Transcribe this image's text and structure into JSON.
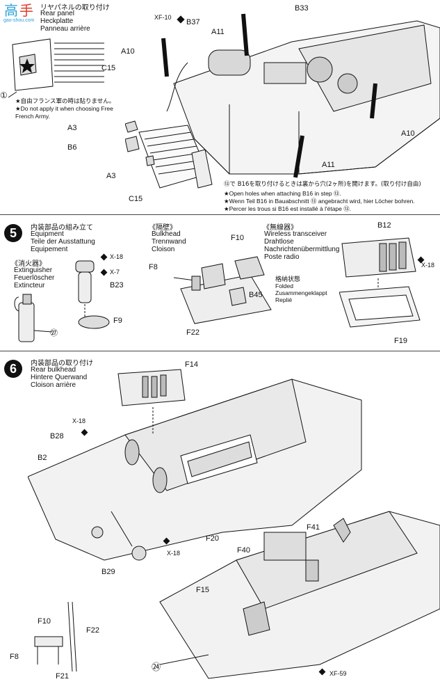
{
  "watermark": {
    "text": "高",
    "subtext": "gao-shou.com"
  },
  "step4": {
    "title_jp": "リヤパネルの取り付け",
    "title_en": "Rear panel",
    "title_de": "Heckplatte",
    "title_fr": "Panneau arrière",
    "circle_ref": "①",
    "warning_jp": "★自由フランス軍の時は貼りません。",
    "warning_en_1": "★Do not apply it when choosing Free",
    "warning_en_2": "French Army.",
    "labels": {
      "xf10": "XF-10",
      "b37": "B37",
      "a11_top": "A11",
      "b33": "B33",
      "a10_left": "A10",
      "c15_top": "C15",
      "a3_top": "A3",
      "b6": "B6",
      "a3_bottom": "A3",
      "c15_bottom": "C15",
      "a10_right": "A10",
      "a11_right": "A11"
    },
    "notes": [
      "⑬で B16を取り付けるときは裏から穴(2ヶ所)を開けます。(取り付け自由)",
      "★Open holes when attaching B16 in step ⑬.",
      "★Wenn Teil B16 in Bauabschnitt ⑬ angebracht wird, hier Löcher bohren.",
      "★Percer les trous si B16 est installé à l'étape ⑬."
    ]
  },
  "step5": {
    "number": "5",
    "title_jp": "内装部品の組み立て",
    "title_en": "Equipment",
    "title_de": "Teile der Ausstattung",
    "title_fr": "Equipement",
    "extinguisher": {
      "jp": "《消火器》",
      "en": "Extinguisher",
      "de": "Feuerlöscher",
      "fr": "Extincteur",
      "ref": "㉗"
    },
    "bulkhead": {
      "jp": "《隔壁》",
      "en": "Bulkhead",
      "de": "Trennwand",
      "fr": "Cloison"
    },
    "radio": {
      "jp": "《無線器》",
      "en": "Wireless transceiver",
      "de": "Drahtlose",
      "de2": "Nachrichtenübermittlung",
      "fr": "Poste radio"
    },
    "folded": {
      "jp": "格納状態",
      "en": "Folded",
      "de": "Zusammengeklappt",
      "fr": "Replié"
    },
    "labels": {
      "x18_a": "X-18",
      "x7": "X-7",
      "b23": "B23",
      "f9": "F9",
      "f10": "F10",
      "f8": "F8",
      "b45": "B45",
      "f22": "F22",
      "b12": "B12",
      "x18_b": "X-18",
      "f19": "F19"
    }
  },
  "step6": {
    "number": "6",
    "title_jp": "内装部品の取り付け",
    "title_en": "Rear bulkhead",
    "title_de": "Hintere Querwand",
    "title_fr": "Cloison arrière",
    "labels": {
      "f14": "F14",
      "x18_a": "X-18",
      "b28": "B28",
      "b2": "B2",
      "f20": "F20",
      "x18_b": "X-18",
      "b29": "B29",
      "f41": "F41",
      "f40": "F40",
      "f15": "F15",
      "f10": "F10",
      "f22": "F22",
      "f8": "F8",
      "f21": "F21",
      "ref24": "㉔",
      "xf59": "XF-59"
    }
  }
}
